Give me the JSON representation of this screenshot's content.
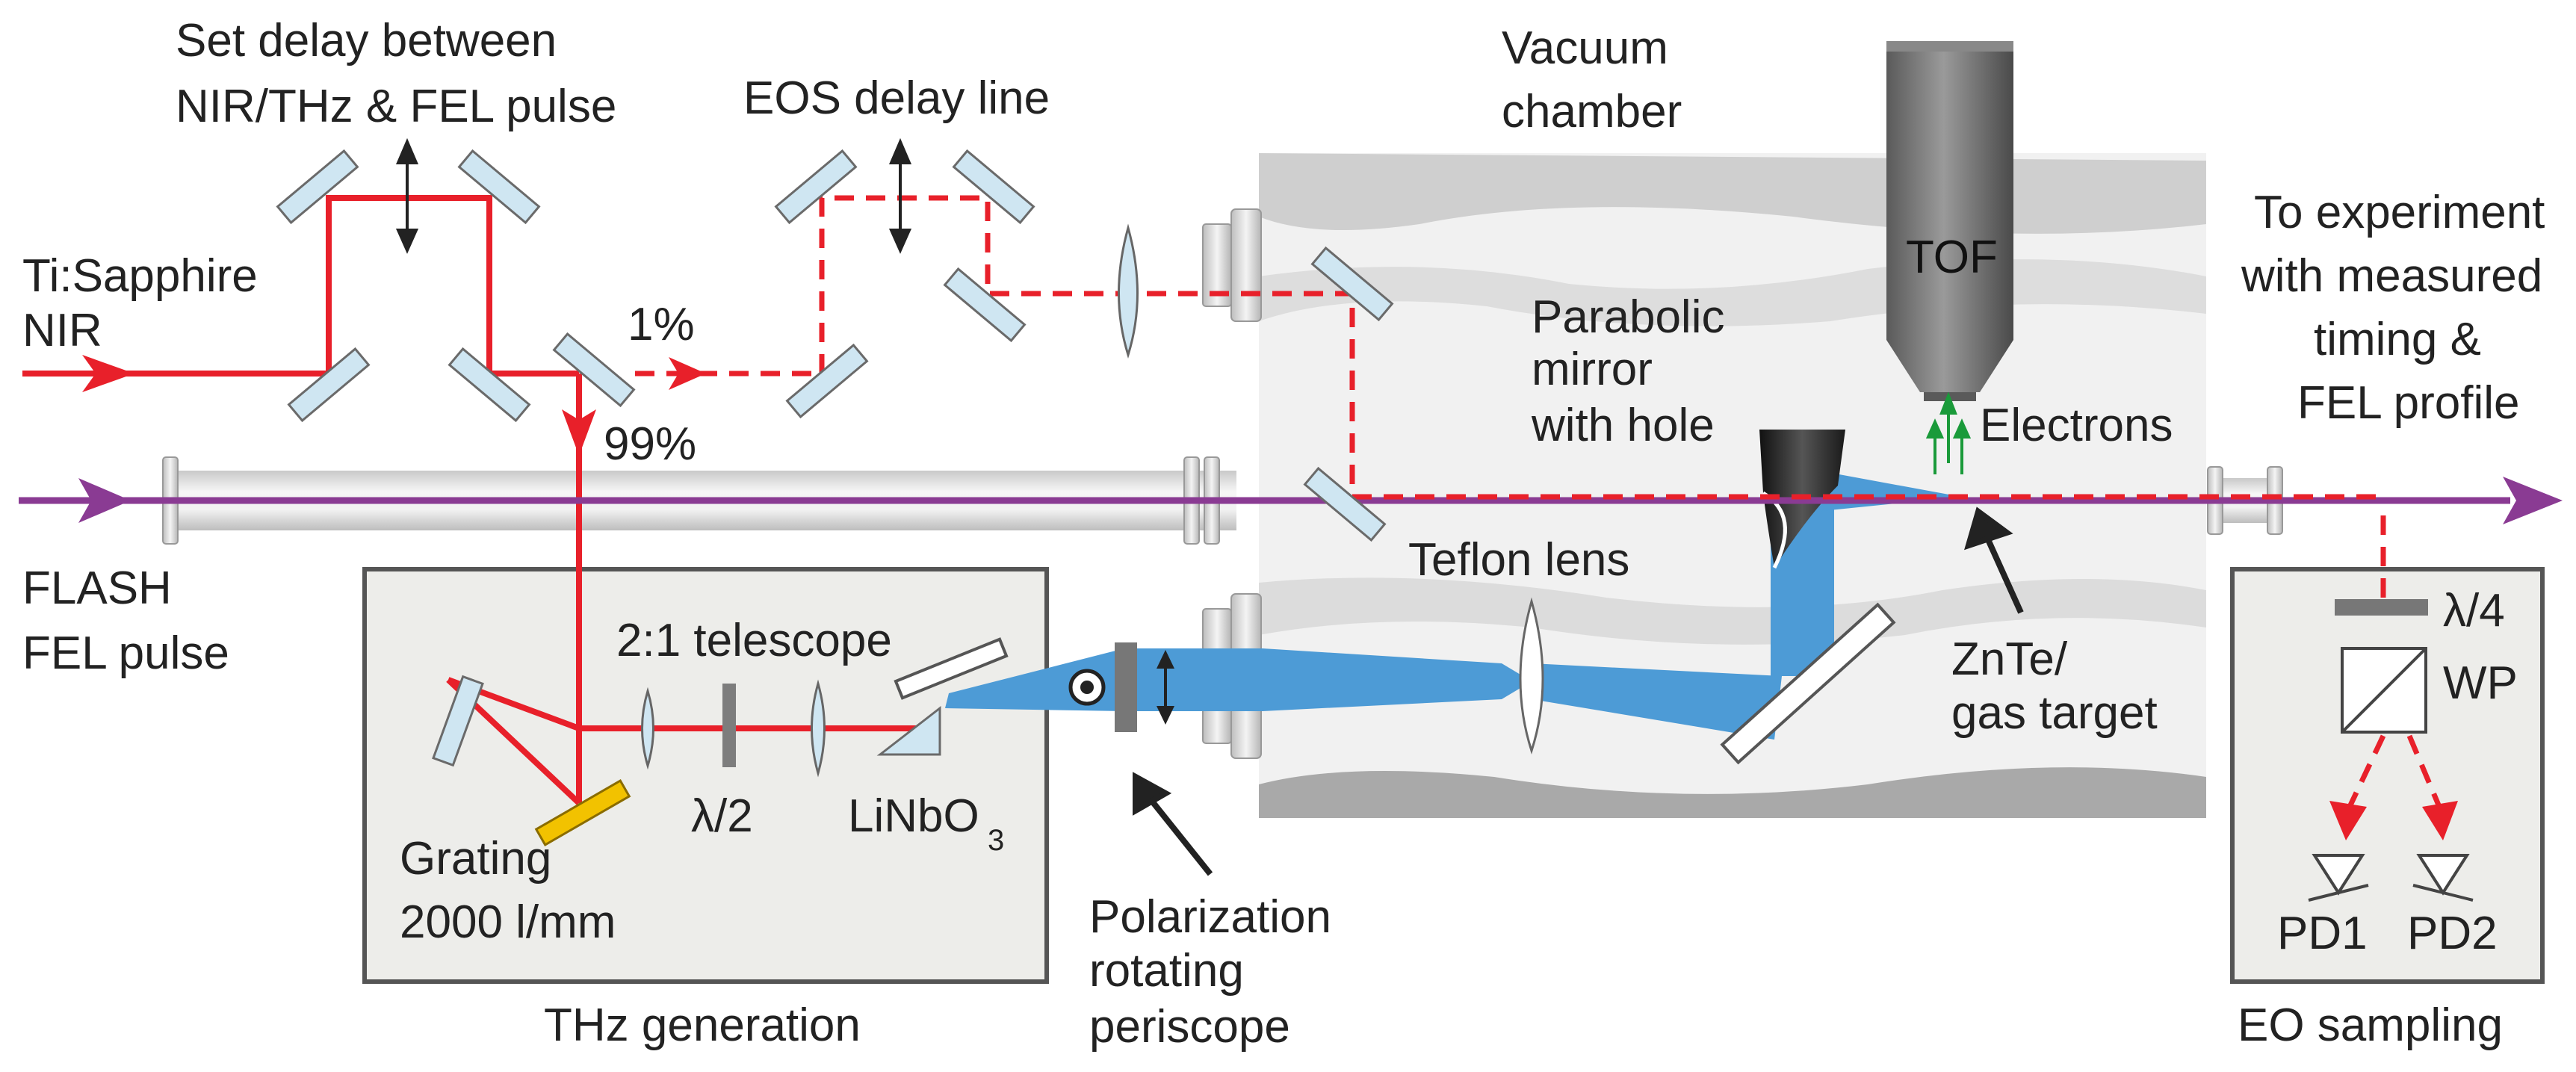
{
  "labels": {
    "set_delay_line1": "Set delay between",
    "set_delay_line2": "NIR/THz & FEL pulse",
    "eos_delay": "EOS delay line",
    "vacuum_line1": "Vacuum",
    "vacuum_line2": "chamber",
    "tof": "TOF",
    "ti_sapphire_line1": "Ti:Sapphire",
    "ti_sapphire_line2": "NIR",
    "one_percent": "1%",
    "ninety_nine_percent": "99%",
    "parabolic_line1": "Parabolic",
    "parabolic_line2": "mirror",
    "parabolic_line3": "with hole",
    "electrons": "Electrons",
    "to_experiment_line1": "To experiment",
    "to_experiment_line2": "with measured",
    "to_experiment_line3": "timing &",
    "to_experiment_line4": "FEL profile",
    "flash_line1": "FLASH",
    "flash_line2": "FEL pulse",
    "teflon_lens": "Teflon lens",
    "telescope": "2:1 telescope",
    "lambda_half": "λ/2",
    "linbo3_main": "LiNbO",
    "linbo3_sub": "3",
    "grating_line1": "Grating",
    "grating_line2": "2000 l/mm",
    "znte_line1": "ZnTe/",
    "znte_line2": "gas target",
    "lambda_quarter": "λ/4",
    "wp": "WP",
    "pd1": "PD1",
    "pd2": "PD2",
    "polarization_line1": "Polarization",
    "polarization_line2": "rotating",
    "polarization_line3": "periscope",
    "thz_generation": "THz generation",
    "eo_sampling": "EO sampling"
  },
  "colors": {
    "nir_beam": "#e8202a",
    "fel_beam": "#8a3b93",
    "thz_beam": "#4d9bd6",
    "electrons": "#1a9a3a",
    "mirror_fill": "#cfe6f2",
    "grating": "#f2c200",
    "box_fill": "#ededea",
    "box_stroke": "#555555"
  }
}
